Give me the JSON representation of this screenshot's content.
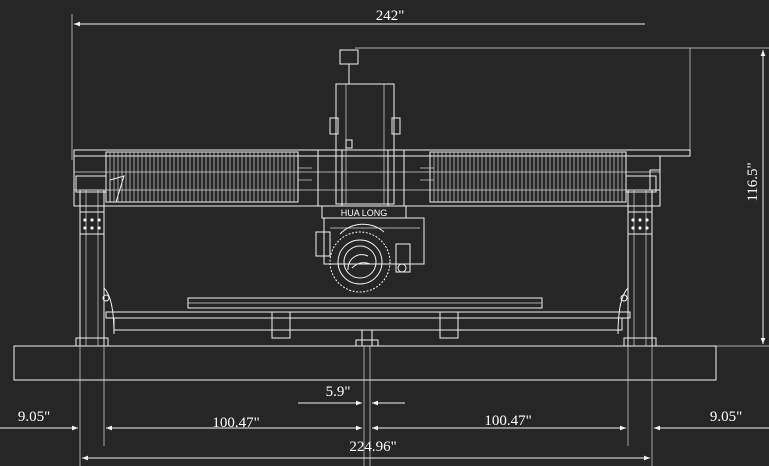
{
  "dimensions": {
    "overall_width": "242\"",
    "overall_height": "116.5\"",
    "blade_offset": "5.9\"",
    "left_overhang": "9.05\"",
    "left_span": "100.47\"",
    "right_span": "100.47\"",
    "right_overhang": "9.05\"",
    "rail_span": "224.96\""
  },
  "machine": {
    "brand_label": "HUA LONG"
  },
  "colors": {
    "background": "#262626",
    "line": "#f2f2f2"
  }
}
